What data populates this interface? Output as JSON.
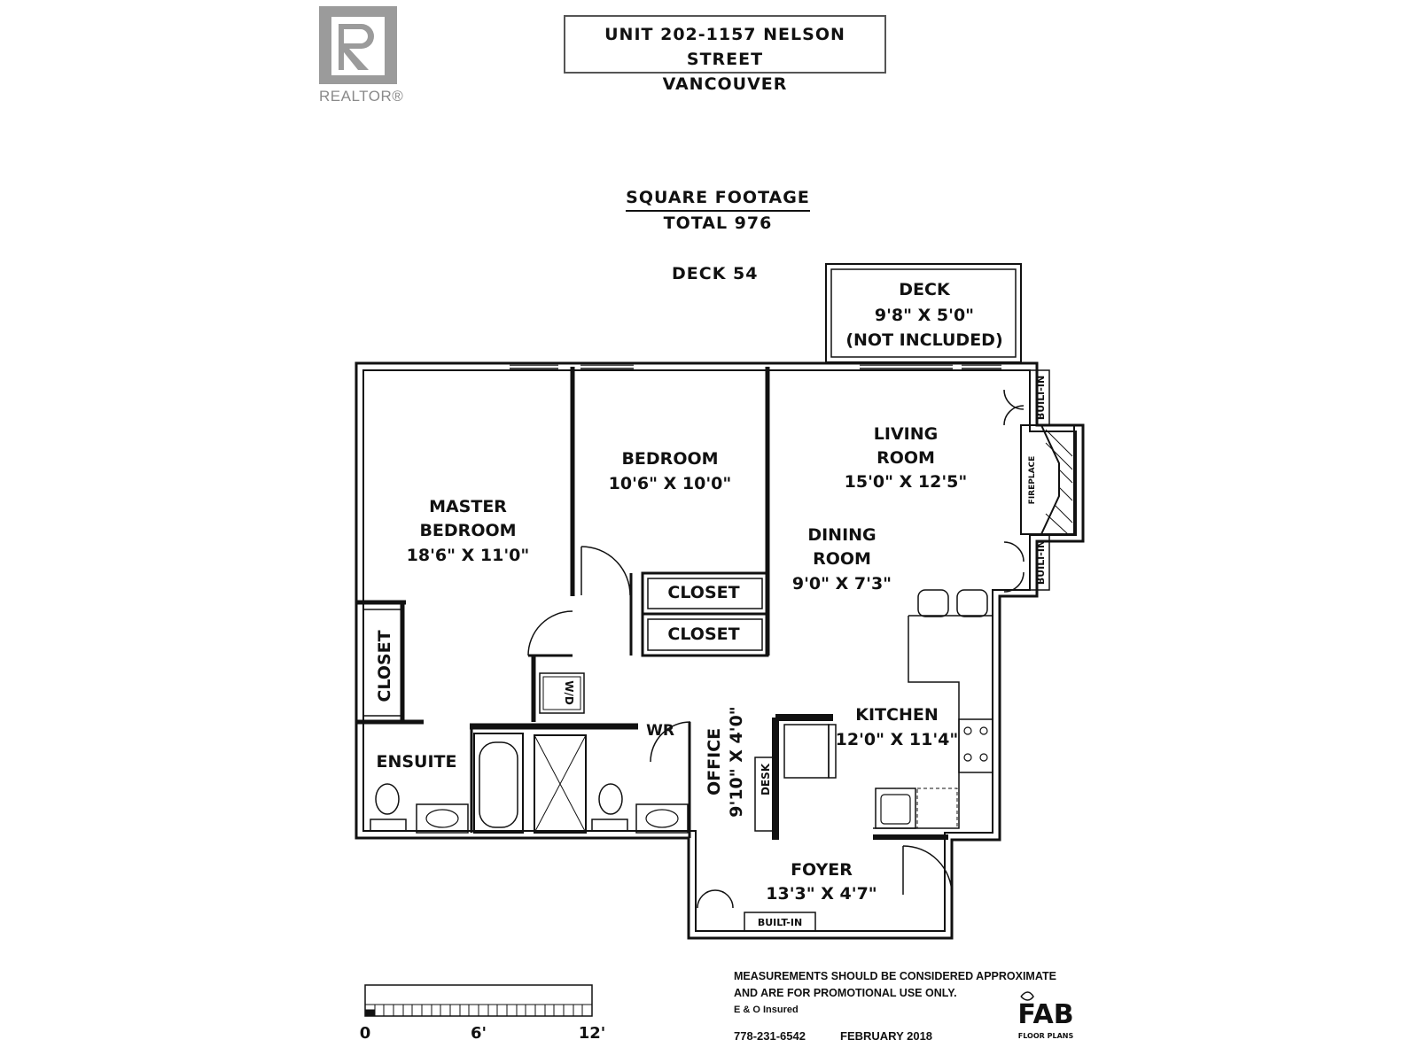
{
  "title": {
    "line1": "UNIT 202-1157 NELSON STREET",
    "line2": "VANCOUVER"
  },
  "realtor": {
    "wordmark": "REALTOR®"
  },
  "square_footage": {
    "heading": "SQUARE FOOTAGE",
    "total": "TOTAL 976",
    "deck": "DECK 54"
  },
  "rooms": {
    "deck": {
      "name": "DECK",
      "dims": "9'8\" X 5'0\"",
      "note": "(NOT INCLUDED)"
    },
    "master": {
      "line1": "MASTER",
      "line2": "BEDROOM",
      "dims": "18'6\" X 11'0\""
    },
    "bedroom": {
      "name": "BEDROOM",
      "dims": "10'6\" X 10'0\""
    },
    "living": {
      "line1": "LIVING",
      "line2": "ROOM",
      "dims": "15'0\" X 12'5\""
    },
    "dining": {
      "line1": "DINING",
      "line2": "ROOM",
      "dims": "9'0\" X 7'3\""
    },
    "kitchen": {
      "name": "KITCHEN",
      "dims": "12'0\" X 11'4\""
    },
    "office": {
      "name": "OFFICE",
      "dims": "9'10\" X 4'0\""
    },
    "foyer": {
      "name": "FOYER",
      "dims": "13'3\" X 4'7\""
    },
    "ensuite": {
      "name": "ENSUITE"
    },
    "wr": {
      "name": "WR"
    }
  },
  "labels": {
    "closet": "CLOSET",
    "builtin": "BUILT-IN",
    "fireplace": "FIREPLACE",
    "desk": "DESK",
    "wd": "W/D"
  },
  "scale": {
    "ticks": [
      "0",
      "6'",
      "12'"
    ]
  },
  "disclaimer": {
    "line1": "MEASUREMENTS SHOULD BE CONSIDERED APPROXIMATE",
    "line2": "AND ARE FOR PROMOTIONAL USE ONLY.",
    "line3": "E & O Insured",
    "phone": "778-231-6542",
    "date": "FEBRUARY 2018"
  },
  "logo": {
    "mark": "FAB",
    "tagline": "FLOOR PLANS"
  }
}
